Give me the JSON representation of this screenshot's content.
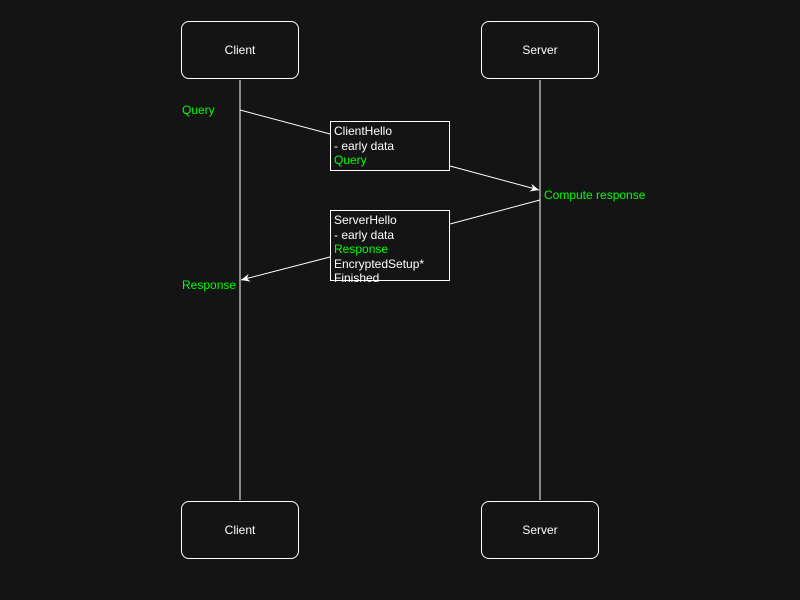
{
  "actors": {
    "left": "Client",
    "right": "Server"
  },
  "labels": {
    "query": "Query",
    "compute": "Compute response",
    "response": "Response"
  },
  "notes": {
    "client_hello": [
      {
        "text": "ClientHello",
        "highlight": false
      },
      {
        "text": "- early data",
        "highlight": false
      },
      {
        "text": "Query",
        "highlight": true
      }
    ],
    "server_hello": [
      {
        "text": "ServerHello",
        "highlight": false
      },
      {
        "text": "- early data",
        "highlight": false
      },
      {
        "text": "Response",
        "highlight": true
      },
      {
        "text": "EncryptedSetup*",
        "highlight": false
      },
      {
        "text": "Finished",
        "highlight": false
      }
    ]
  },
  "colors": {
    "background": "#141414",
    "line": "#ffffff",
    "highlight": "#00ff00"
  }
}
